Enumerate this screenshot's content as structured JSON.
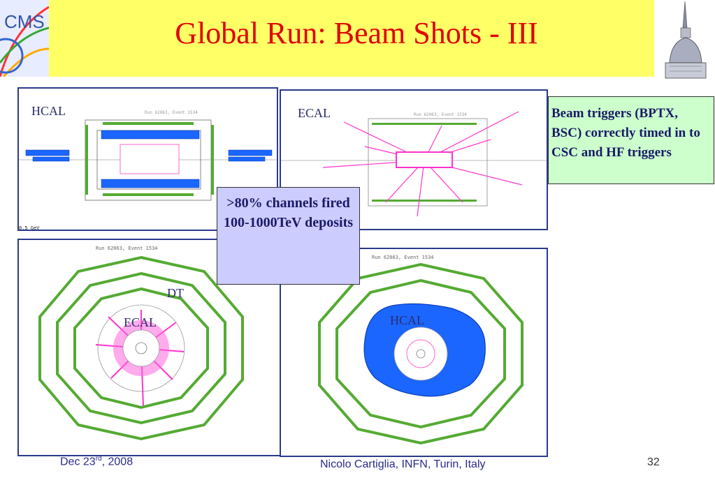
{
  "slide": {
    "title": "Global Run: Beam Shots - III",
    "logo_text": "CMS",
    "colors": {
      "header_bg": "#ffff66",
      "title": "#e00000",
      "ecal": "#ff33cc",
      "hcal": "#1a66ff",
      "muon": "#55aa33",
      "panel_border": "#2a3a8c"
    }
  },
  "panels": {
    "top_left": {
      "label": "HCAL"
    },
    "top_right": {
      "label": "ECAL"
    },
    "bottom_left": {
      "label_dt": "DT",
      "label_ecal": "ECAL",
      "caption": "Run 62063, Event 1534"
    },
    "bottom_right": {
      "label": "HCAL",
      "caption": "Run 62063, Event 1534"
    }
  },
  "callouts": {
    "triggers": "Beam triggers (BPTX, BSC) correctly timed in to CSC and HF triggers",
    "channels_line1": ">80% channels fired",
    "channels_line2": "100-1000TeV deposits"
  },
  "footer": {
    "date": "Dec 23",
    "date_suffix": "rd",
    "date_year": ", 2008",
    "author": "Nicolo Cartiglia, INFN, Turin, Italy",
    "page": "32"
  }
}
